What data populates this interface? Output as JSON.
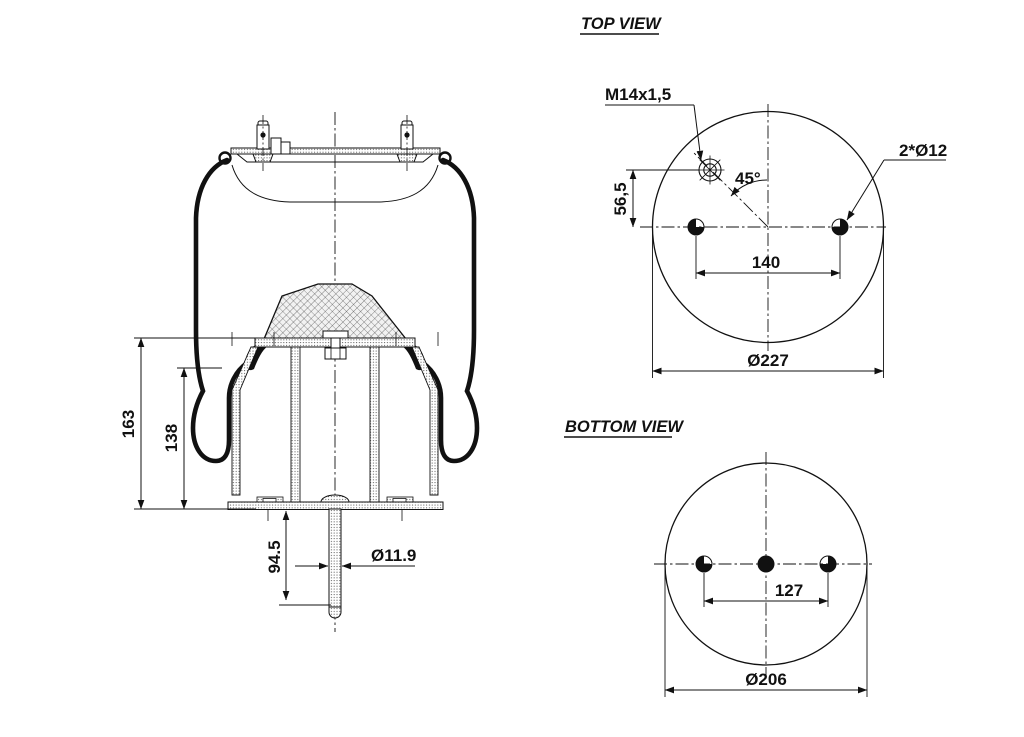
{
  "document": {
    "type": "technical-drawing",
    "subject": "air spring assembly"
  },
  "side_view": {
    "dims": {
      "height": "163",
      "lobe_height": "138",
      "rod_length": "94.5",
      "rod_diameter": "Ø11.9"
    }
  },
  "top_view": {
    "title": "TOP VIEW",
    "thread_label": "M14x1,5",
    "angle_label": "45°",
    "holes_label": "2*Ø12",
    "dims": {
      "fitting_offset": "56,5",
      "hole_spacing": "140",
      "diameter": "Ø227"
    }
  },
  "bottom_view": {
    "title": "BOTTOM VIEW",
    "dims": {
      "hole_spacing": "127",
      "diameter": "Ø206"
    }
  },
  "colors": {
    "ink": "#111111",
    "background": "#ffffff"
  }
}
